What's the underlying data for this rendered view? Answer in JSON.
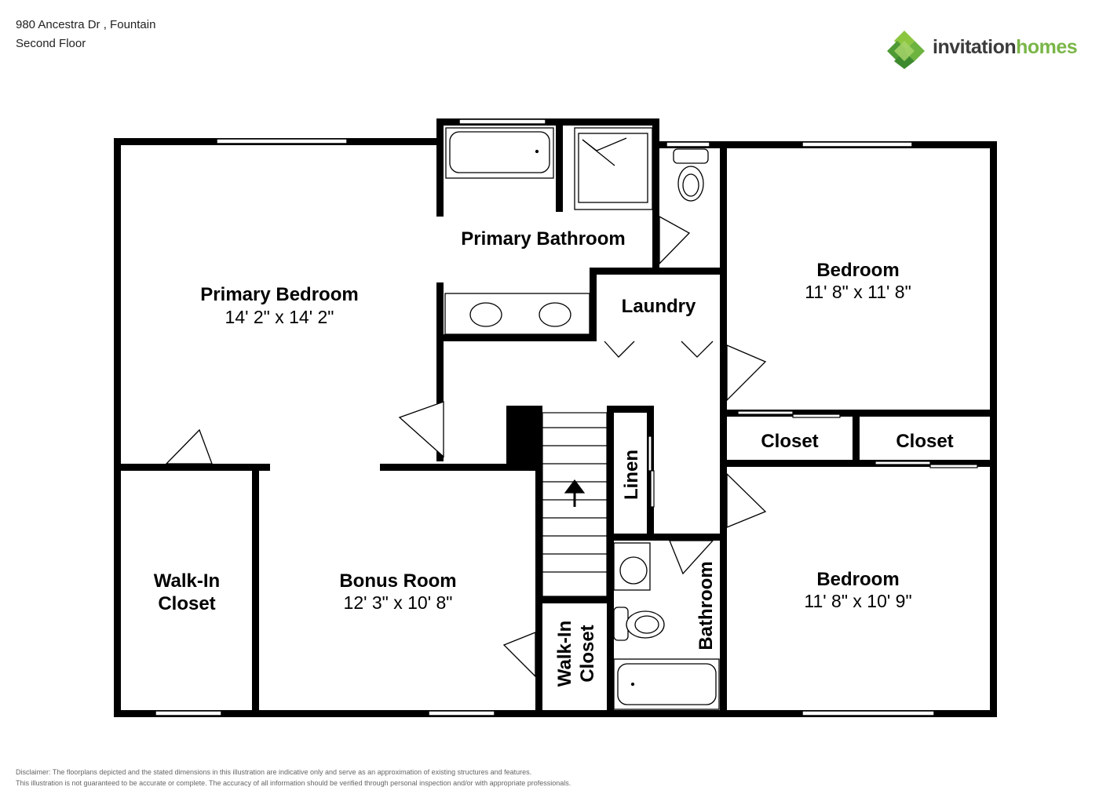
{
  "header": {
    "address": "980 Ancestra Dr , Fountain",
    "floor": "Second Floor"
  },
  "logo": {
    "word1": "invitation",
    "word2": "homes",
    "icon": "diamond-cluster-logo-icon",
    "colors": {
      "dark": "#3b3b3b",
      "green": "#7ab648",
      "green_dark": "#4e9a35"
    }
  },
  "rooms": {
    "primary_bedroom": {
      "name": "Primary Bedroom",
      "dims": "14' 2\" x 14' 2\""
    },
    "primary_bathroom": {
      "name": "Primary Bathroom"
    },
    "laundry": {
      "name": "Laundry"
    },
    "bedroom_1": {
      "name": "Bedroom",
      "dims": "11' 8\" x 11' 8\""
    },
    "closet_1": {
      "name": "Closet"
    },
    "closet_2": {
      "name": "Closet"
    },
    "linen": {
      "name": "Linen"
    },
    "walk_in_closet_1": {
      "line1": "Walk-In",
      "line2": "Closet"
    },
    "bonus_room": {
      "name": "Bonus Room",
      "dims": "12' 3\" x 10' 8\""
    },
    "walk_in_closet_2": {
      "line1": "Walk-In",
      "line2": "Closet"
    },
    "bathroom": {
      "name": "Bathroom"
    },
    "bedroom_2": {
      "name": "Bedroom",
      "dims": "11' 8\" x 10' 9\""
    }
  },
  "disclaimer": {
    "line1": "Disclaimer: The floorplans depicted and the stated dimensions in this illustration are indicative only and serve as an approximation of existing structures and features.",
    "line2": "This illustration is not guaranteed to be accurate or complete. The accuracy of all information should be verified through personal inspection and/or with appropriate professionals."
  }
}
